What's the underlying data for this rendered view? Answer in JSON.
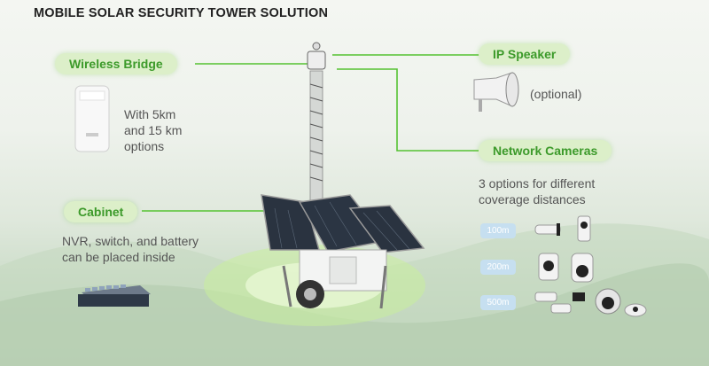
{
  "title": "MOBILE SOLAR SECURITY TOWER SOLUTION",
  "callouts": {
    "wireless_bridge": {
      "label": "Wireless Bridge",
      "desc_lines": [
        "With 5km",
        "and 15 km",
        "options"
      ]
    },
    "cabinet": {
      "label": "Cabinet",
      "desc_lines": [
        "NVR, switch, and battery",
        "can be placed inside"
      ]
    },
    "ip_speaker": {
      "label": "IP Speaker",
      "desc": "(optional)"
    },
    "network_cameras": {
      "label": "Network Cameras",
      "desc_lines": [
        "3 options for different",
        "coverage distances"
      ]
    }
  },
  "distances": [
    "100m",
    "200m",
    "500m"
  ],
  "colors": {
    "accent_green": "#4caf33",
    "pill_bg": "#dcefc9",
    "pill_text": "#3c9a2a",
    "badge_blue": "#c6dff0"
  },
  "icons": [
    "wireless-bridge-icon",
    "network-switch-icon",
    "ip-speaker-icon",
    "camera-icon",
    "solar-tower-icon"
  ]
}
